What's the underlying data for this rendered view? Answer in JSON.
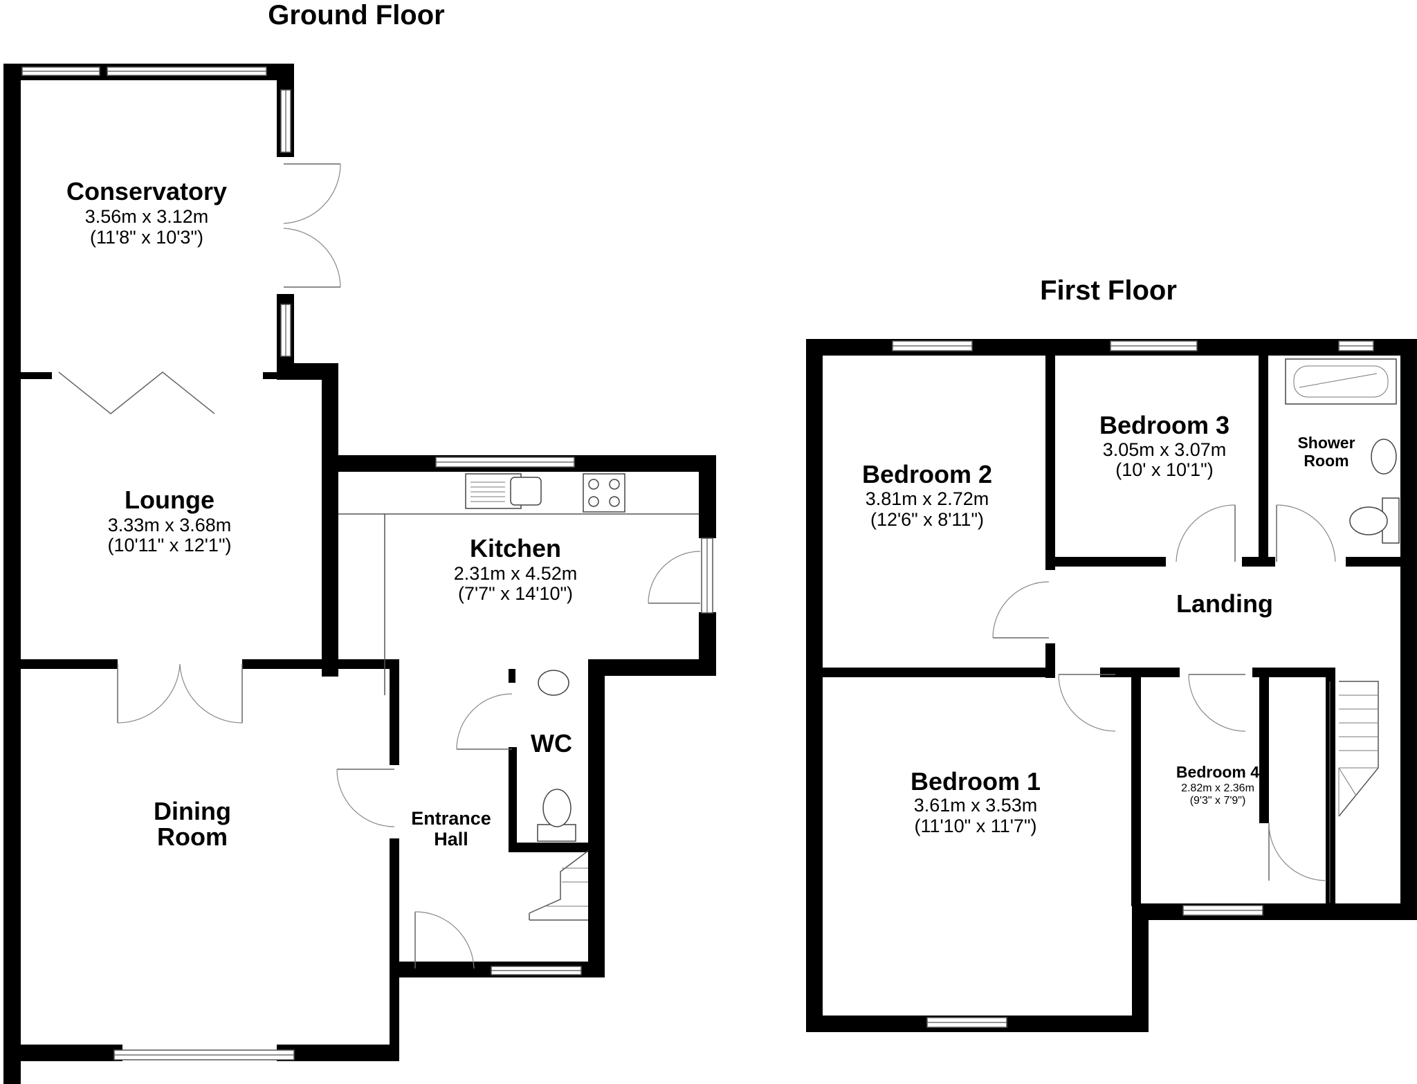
{
  "ground_floor": {
    "title": "Ground Floor",
    "rooms": {
      "conservatory": {
        "name": "Conservatory",
        "metric": "3.56m x 3.12m",
        "imperial": "(11'8\" x 10'3\")"
      },
      "lounge": {
        "name": "Lounge",
        "metric": "3.33m x 3.68m",
        "imperial": "(10'11\" x 12'1\")"
      },
      "kitchen": {
        "name": "Kitchen",
        "metric": "2.31m x 4.52m",
        "imperial": "(7'7\" x 14'10\")"
      },
      "wc": {
        "name": "WC"
      },
      "dining": {
        "name_line1": "Dining",
        "name_line2": "Room"
      },
      "entrance": {
        "name_line1": "Entrance",
        "name_line2": "Hall"
      }
    }
  },
  "first_floor": {
    "title": "First Floor",
    "rooms": {
      "bedroom2": {
        "name": "Bedroom 2",
        "metric": "3.81m x 2.72m",
        "imperial": "(12'6\" x 8'11\")"
      },
      "bedroom3": {
        "name": "Bedroom 3",
        "metric": "3.05m x 3.07m",
        "imperial": "(10' x 10'1\")"
      },
      "shower": {
        "name_line1": "Shower",
        "name_line2": "Room"
      },
      "landing": {
        "name": "Landing"
      },
      "bedroom1": {
        "name": "Bedroom 1",
        "metric": "3.61m x 3.53m",
        "imperial": "(11'10\" x 11'7\")"
      },
      "bedroom4": {
        "name": "Bedroom 4",
        "metric": "2.82m x 2.36m",
        "imperial": "(9'3\" x 7'9\")"
      }
    }
  },
  "colors": {
    "wall": "#000000",
    "background": "#ffffff"
  }
}
